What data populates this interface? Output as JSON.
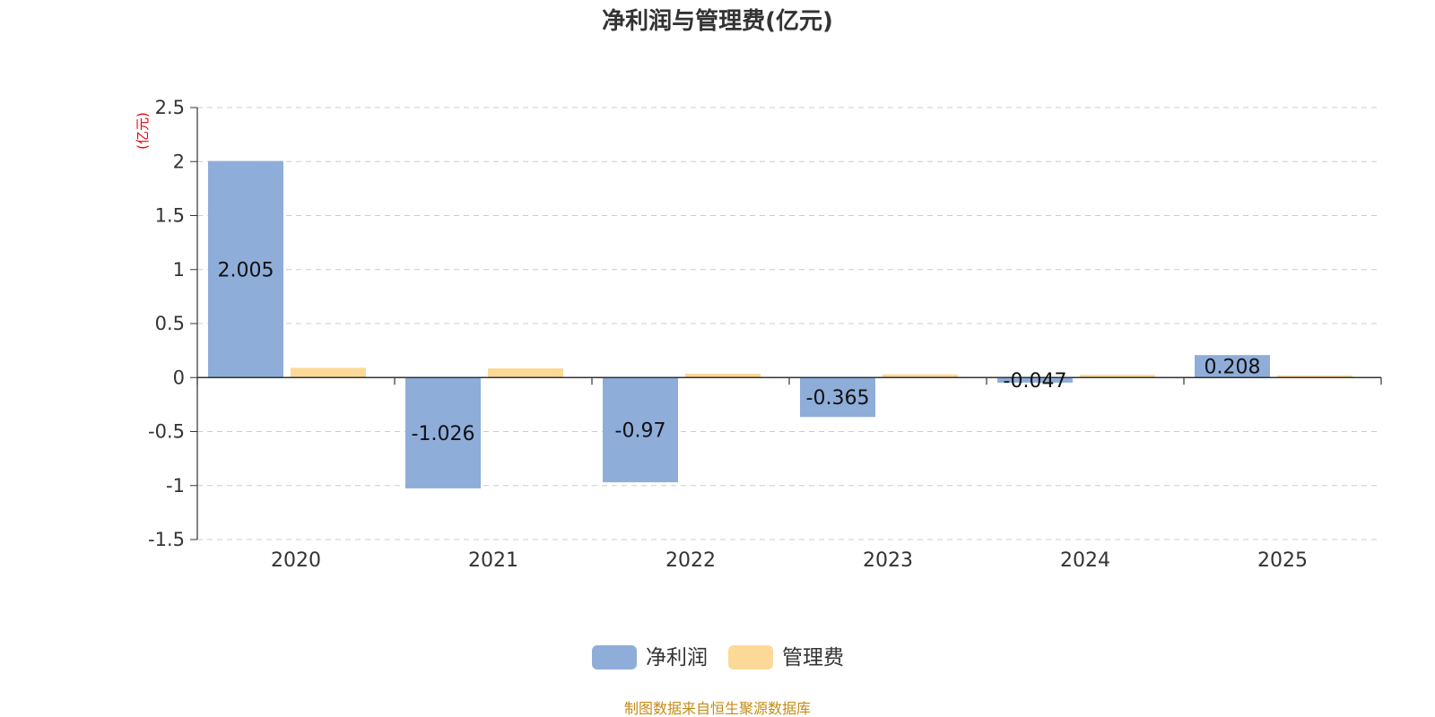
{
  "chart_data": {
    "type": "bar",
    "title": "净利润与管理费(亿元)",
    "y_unit": "(亿元)",
    "categories": [
      "2020",
      "2021",
      "2022",
      "2023",
      "2024",
      "2025"
    ],
    "series": [
      {
        "name": "净利润",
        "color": "#8eadd9",
        "values": [
          2.005,
          -1.026,
          -0.97,
          -0.365,
          -0.047,
          0.208
        ],
        "labels": [
          "2.005",
          "-1.026",
          "-0.97",
          "-0.365",
          "-0.047",
          "0.208"
        ]
      },
      {
        "name": "管理费",
        "color": "#fcd996",
        "values": [
          0.09,
          0.085,
          0.035,
          0.03,
          0.025,
          0.02
        ]
      }
    ],
    "y_ticks": [
      "2.5",
      "2",
      "1.5",
      "1",
      "0.5",
      "0",
      "-0.5",
      "-1",
      "-1.5"
    ],
    "ylim": [
      -1.5,
      2.5
    ],
    "grid": true,
    "legend_position": "bottom-center",
    "source_note": "制图数据来自恒生聚源数据库",
    "colors": {
      "title": "#333333",
      "unit": "#e8000d",
      "axis": "#333333",
      "tick_text": "#333333",
      "grid": "#cccccc",
      "source": "#c48b16"
    }
  }
}
